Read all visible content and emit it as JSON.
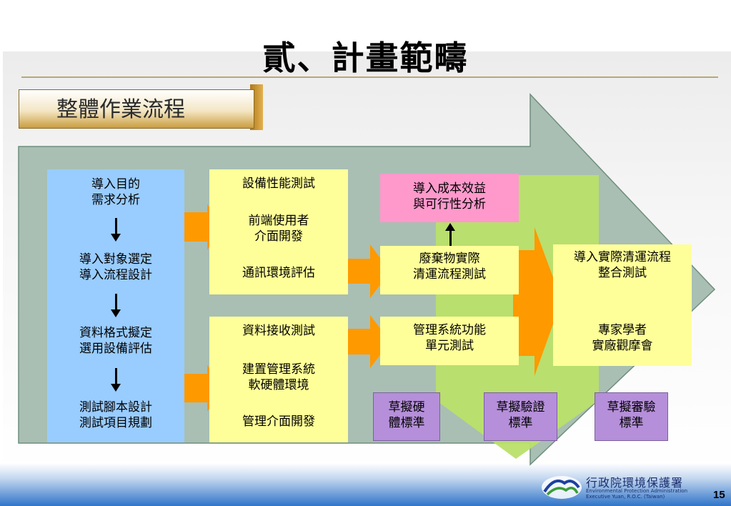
{
  "slide": {
    "title": "貳、計畫範疇",
    "section_label": "整體作業流程",
    "page_number": "15"
  },
  "column1": {
    "items": [
      {
        "line1": "導入目的",
        "line2": "需求分析"
      },
      {
        "line1": "導入對象選定",
        "line2": "導入流程設計"
      },
      {
        "line1": "資料格式擬定",
        "line2": "選用設備評估"
      },
      {
        "line1": "測試腳本設計",
        "line2": "測試項目規劃"
      }
    ]
  },
  "column2": {
    "top": {
      "item1": "設備性能測試",
      "item2_line1": "前端使用者",
      "item2_line2": "介面開發",
      "item3": "通訊環境評估"
    },
    "bottom": {
      "item1": "資料接收測試",
      "item2_line1": "建置管理系統",
      "item2_line2": "軟硬體環境",
      "item3": "管理介面開發"
    }
  },
  "column3": {
    "pink": {
      "line1": "導入成本效益",
      "line2": "與可行性分析"
    },
    "upper": {
      "line1": "廢棄物實際",
      "line2": "清運流程測試"
    },
    "lower": {
      "line1": "管理系統功能",
      "line2": "單元測試"
    }
  },
  "column4": {
    "line1": "導入實際清運流程",
    "line2": "整合測試",
    "line3": "專家學者",
    "line4": "實廠觀摩會"
  },
  "standards": [
    {
      "line1": "草擬硬",
      "line2": "體標準"
    },
    {
      "line1": "草擬驗證",
      "line2": "標準"
    },
    {
      "line1": "草擬審驗",
      "line2": "標準"
    }
  ],
  "logo": {
    "cn": "行政院環境保護署",
    "en1": "Environmental Protection Administration",
    "en2": "Executive Yuan, R.O.C. (Taiwan)"
  },
  "colors": {
    "yellow_box": "#ffff99",
    "blue_box": "#99ccff",
    "pink_box": "#ff99cc",
    "purple_box": "#b58fd9",
    "orange_arrow": "#ff9900",
    "big_arrow": "#a9bfb3",
    "green_arrow": "#b9e06a"
  }
}
